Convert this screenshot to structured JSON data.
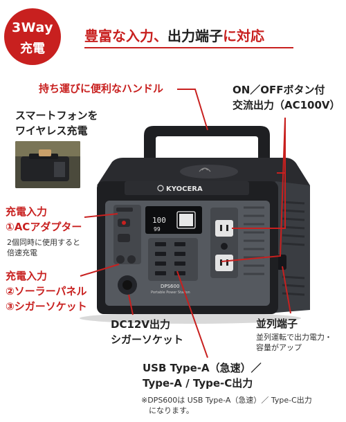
{
  "badge": {
    "line1": "3Way",
    "line2": "充電"
  },
  "headline": {
    "part1": "豊富な入力、",
    "part2": "出力端子",
    "part3": "に対応"
  },
  "labels": {
    "handle": "持ち運びに便利なハンドル",
    "onoff_line1": "ON／OFFボタン付",
    "onoff_line2": "交流出力（AC100V）",
    "wireless_line1": "スマートフォンを",
    "wireless_line2": "ワイヤレス充電",
    "ac_input_line1": "充電入力",
    "ac_input_line2": "①ACアダプター",
    "ac_input_note1": "2個同時に使用すると",
    "ac_input_note2": "倍速充電",
    "solar_line1": "充電入力",
    "solar_line2": "②ソーラーパネル",
    "solar_line3": "③シガーソケット",
    "dc_line1": "DC12V出力",
    "dc_line2": "シガーソケット",
    "parallel_title": "並列端子",
    "parallel_note1": "並列運転で出力電力・",
    "parallel_note2": "容量がアップ",
    "usb_line1": "USB Type-A（急速）／",
    "usb_line2": "Type-A / Type-C出力",
    "footnote_line1": "※DPS600は USB Type-A（急速）／ Type-C出力",
    "footnote_line2": "になります。"
  },
  "device": {
    "brand": "KYOCERA",
    "model": "DPS600",
    "subtitle": "Portable Power Station",
    "display_left": "100",
    "display_right": "99"
  },
  "colors": {
    "accent": "#c8201f",
    "body": "#55595f",
    "frame": "#1e1f22"
  }
}
